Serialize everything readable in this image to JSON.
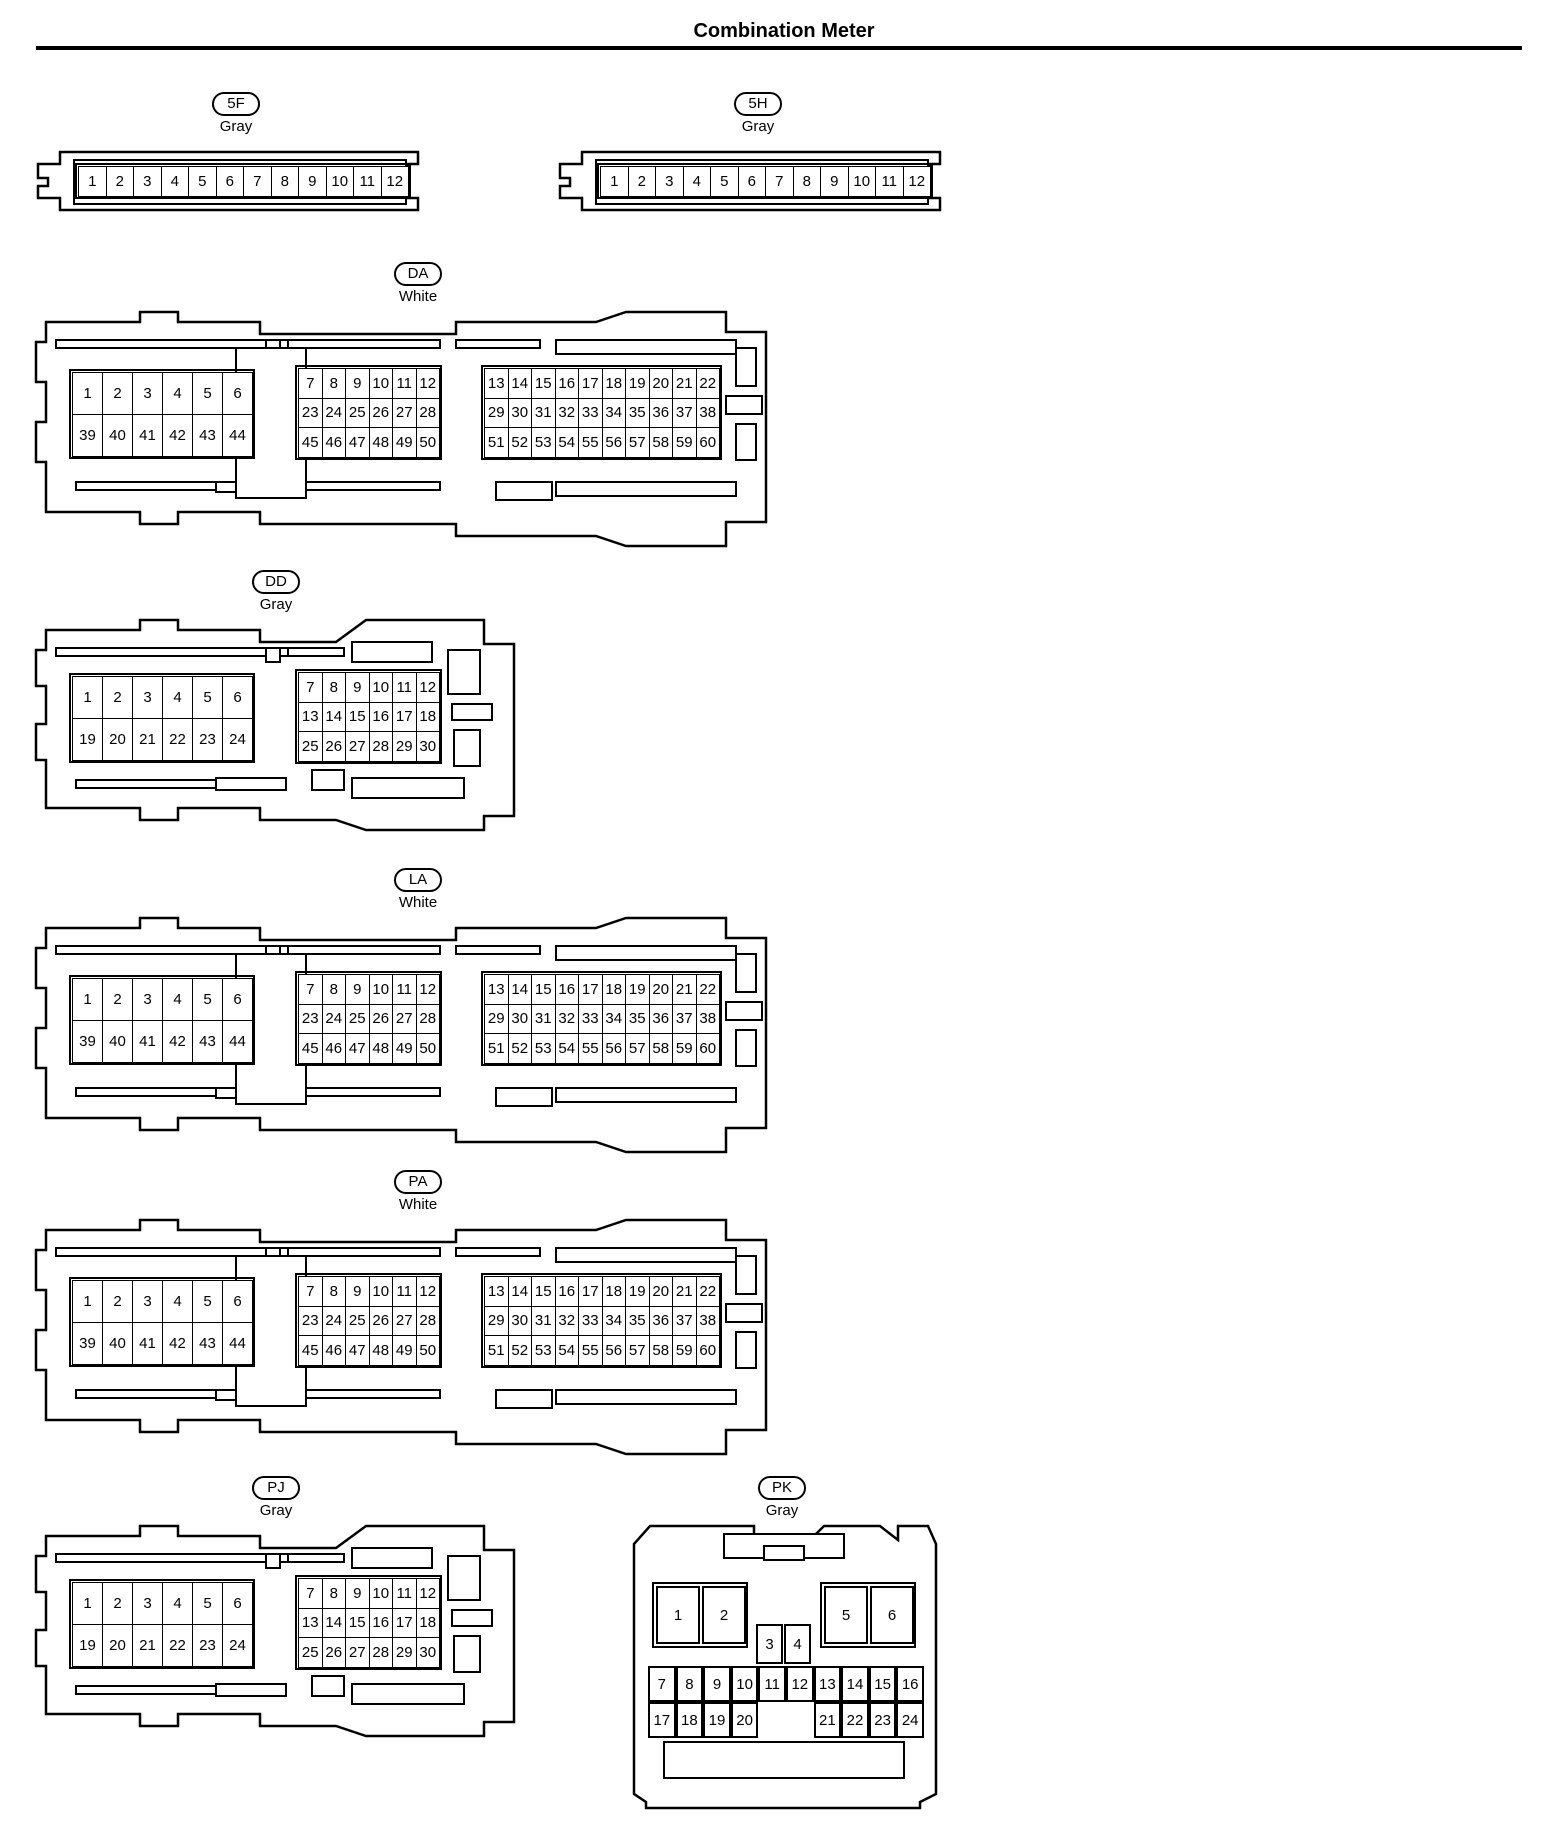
{
  "title": "Combination Meter",
  "connectors": [
    {
      "id": "5F",
      "color": "Gray",
      "pins": [
        "1",
        "2",
        "3",
        "4",
        "5",
        "6",
        "7",
        "8",
        "9",
        "10",
        "11",
        "12"
      ]
    },
    {
      "id": "5H",
      "color": "Gray",
      "pins": [
        "1",
        "2",
        "3",
        "4",
        "5",
        "6",
        "7",
        "8",
        "9",
        "10",
        "11",
        "12"
      ]
    },
    {
      "id": "DA",
      "color": "White",
      "pins": [
        "1",
        "2",
        "3",
        "4",
        "5",
        "6",
        "39",
        "40",
        "41",
        "42",
        "43",
        "44",
        "7",
        "8",
        "9",
        "10",
        "11",
        "12",
        "23",
        "24",
        "25",
        "26",
        "27",
        "28",
        "45",
        "46",
        "47",
        "48",
        "49",
        "50",
        "13",
        "14",
        "15",
        "16",
        "17",
        "18",
        "19",
        "20",
        "21",
        "22",
        "29",
        "30",
        "31",
        "32",
        "33",
        "34",
        "35",
        "36",
        "37",
        "38",
        "51",
        "52",
        "53",
        "54",
        "55",
        "56",
        "57",
        "58",
        "59",
        "60"
      ]
    },
    {
      "id": "DD",
      "color": "Gray",
      "pins": [
        "1",
        "2",
        "3",
        "4",
        "5",
        "6",
        "19",
        "20",
        "21",
        "22",
        "23",
        "24",
        "7",
        "8",
        "9",
        "10",
        "11",
        "12",
        "13",
        "14",
        "15",
        "16",
        "17",
        "18",
        "25",
        "26",
        "27",
        "28",
        "29",
        "30"
      ]
    },
    {
      "id": "LA",
      "color": "White",
      "pins": [
        "1",
        "2",
        "3",
        "4",
        "5",
        "6",
        "39",
        "40",
        "41",
        "42",
        "43",
        "44",
        "7",
        "8",
        "9",
        "10",
        "11",
        "12",
        "23",
        "24",
        "25",
        "26",
        "27",
        "28",
        "45",
        "46",
        "47",
        "48",
        "49",
        "50",
        "13",
        "14",
        "15",
        "16",
        "17",
        "18",
        "19",
        "20",
        "21",
        "22",
        "29",
        "30",
        "31",
        "32",
        "33",
        "34",
        "35",
        "36",
        "37",
        "38",
        "51",
        "52",
        "53",
        "54",
        "55",
        "56",
        "57",
        "58",
        "59",
        "60"
      ]
    },
    {
      "id": "PA",
      "color": "White",
      "pins": [
        "1",
        "2",
        "3",
        "4",
        "5",
        "6",
        "39",
        "40",
        "41",
        "42",
        "43",
        "44",
        "7",
        "8",
        "9",
        "10",
        "11",
        "12",
        "23",
        "24",
        "25",
        "26",
        "27",
        "28",
        "45",
        "46",
        "47",
        "48",
        "49",
        "50",
        "13",
        "14",
        "15",
        "16",
        "17",
        "18",
        "19",
        "20",
        "21",
        "22",
        "29",
        "30",
        "31",
        "32",
        "33",
        "34",
        "35",
        "36",
        "37",
        "38",
        "51",
        "52",
        "53",
        "54",
        "55",
        "56",
        "57",
        "58",
        "59",
        "60"
      ]
    },
    {
      "id": "PJ",
      "color": "Gray",
      "pins": [
        "1",
        "2",
        "3",
        "4",
        "5",
        "6",
        "19",
        "20",
        "21",
        "22",
        "23",
        "24",
        "7",
        "8",
        "9",
        "10",
        "11",
        "12",
        "13",
        "14",
        "15",
        "16",
        "17",
        "18",
        "25",
        "26",
        "27",
        "28",
        "29",
        "30"
      ]
    },
    {
      "id": "PK",
      "color": "Gray",
      "pins": [
        "1",
        "2",
        "5",
        "6",
        "3",
        "4",
        "7",
        "8",
        "9",
        "10",
        "11",
        "12",
        "13",
        "14",
        "15",
        "16",
        "17",
        "18",
        "19",
        "20",
        "21",
        "22",
        "23",
        "24"
      ]
    }
  ]
}
